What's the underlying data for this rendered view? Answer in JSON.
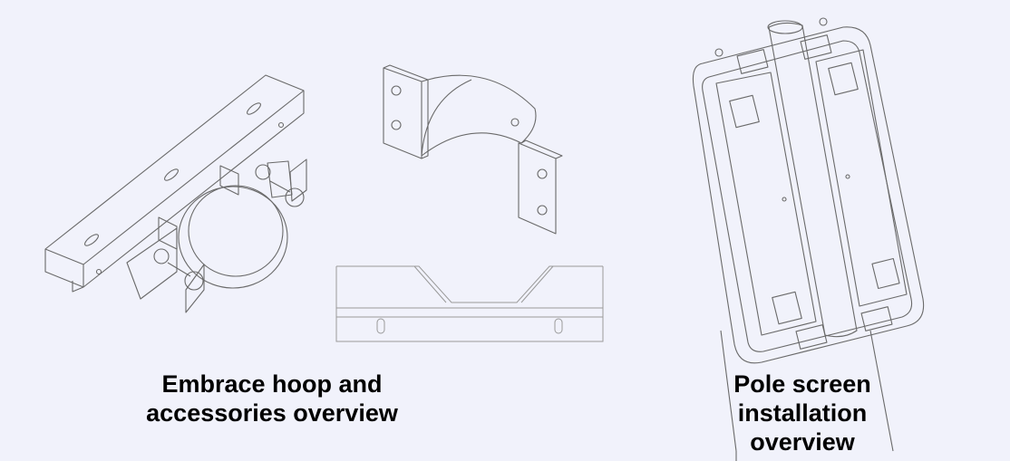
{
  "figures": [
    {
      "id": "hoop",
      "caption_lines": [
        "Embrace hoop and",
        "accessories overview"
      ]
    },
    {
      "id": "pole-screen",
      "caption_lines": [
        "Pole screen",
        "installation",
        "overview"
      ]
    }
  ],
  "colors": {
    "background": "#f1f2fb",
    "line": "#6a6a6a",
    "caption": "#000000"
  }
}
